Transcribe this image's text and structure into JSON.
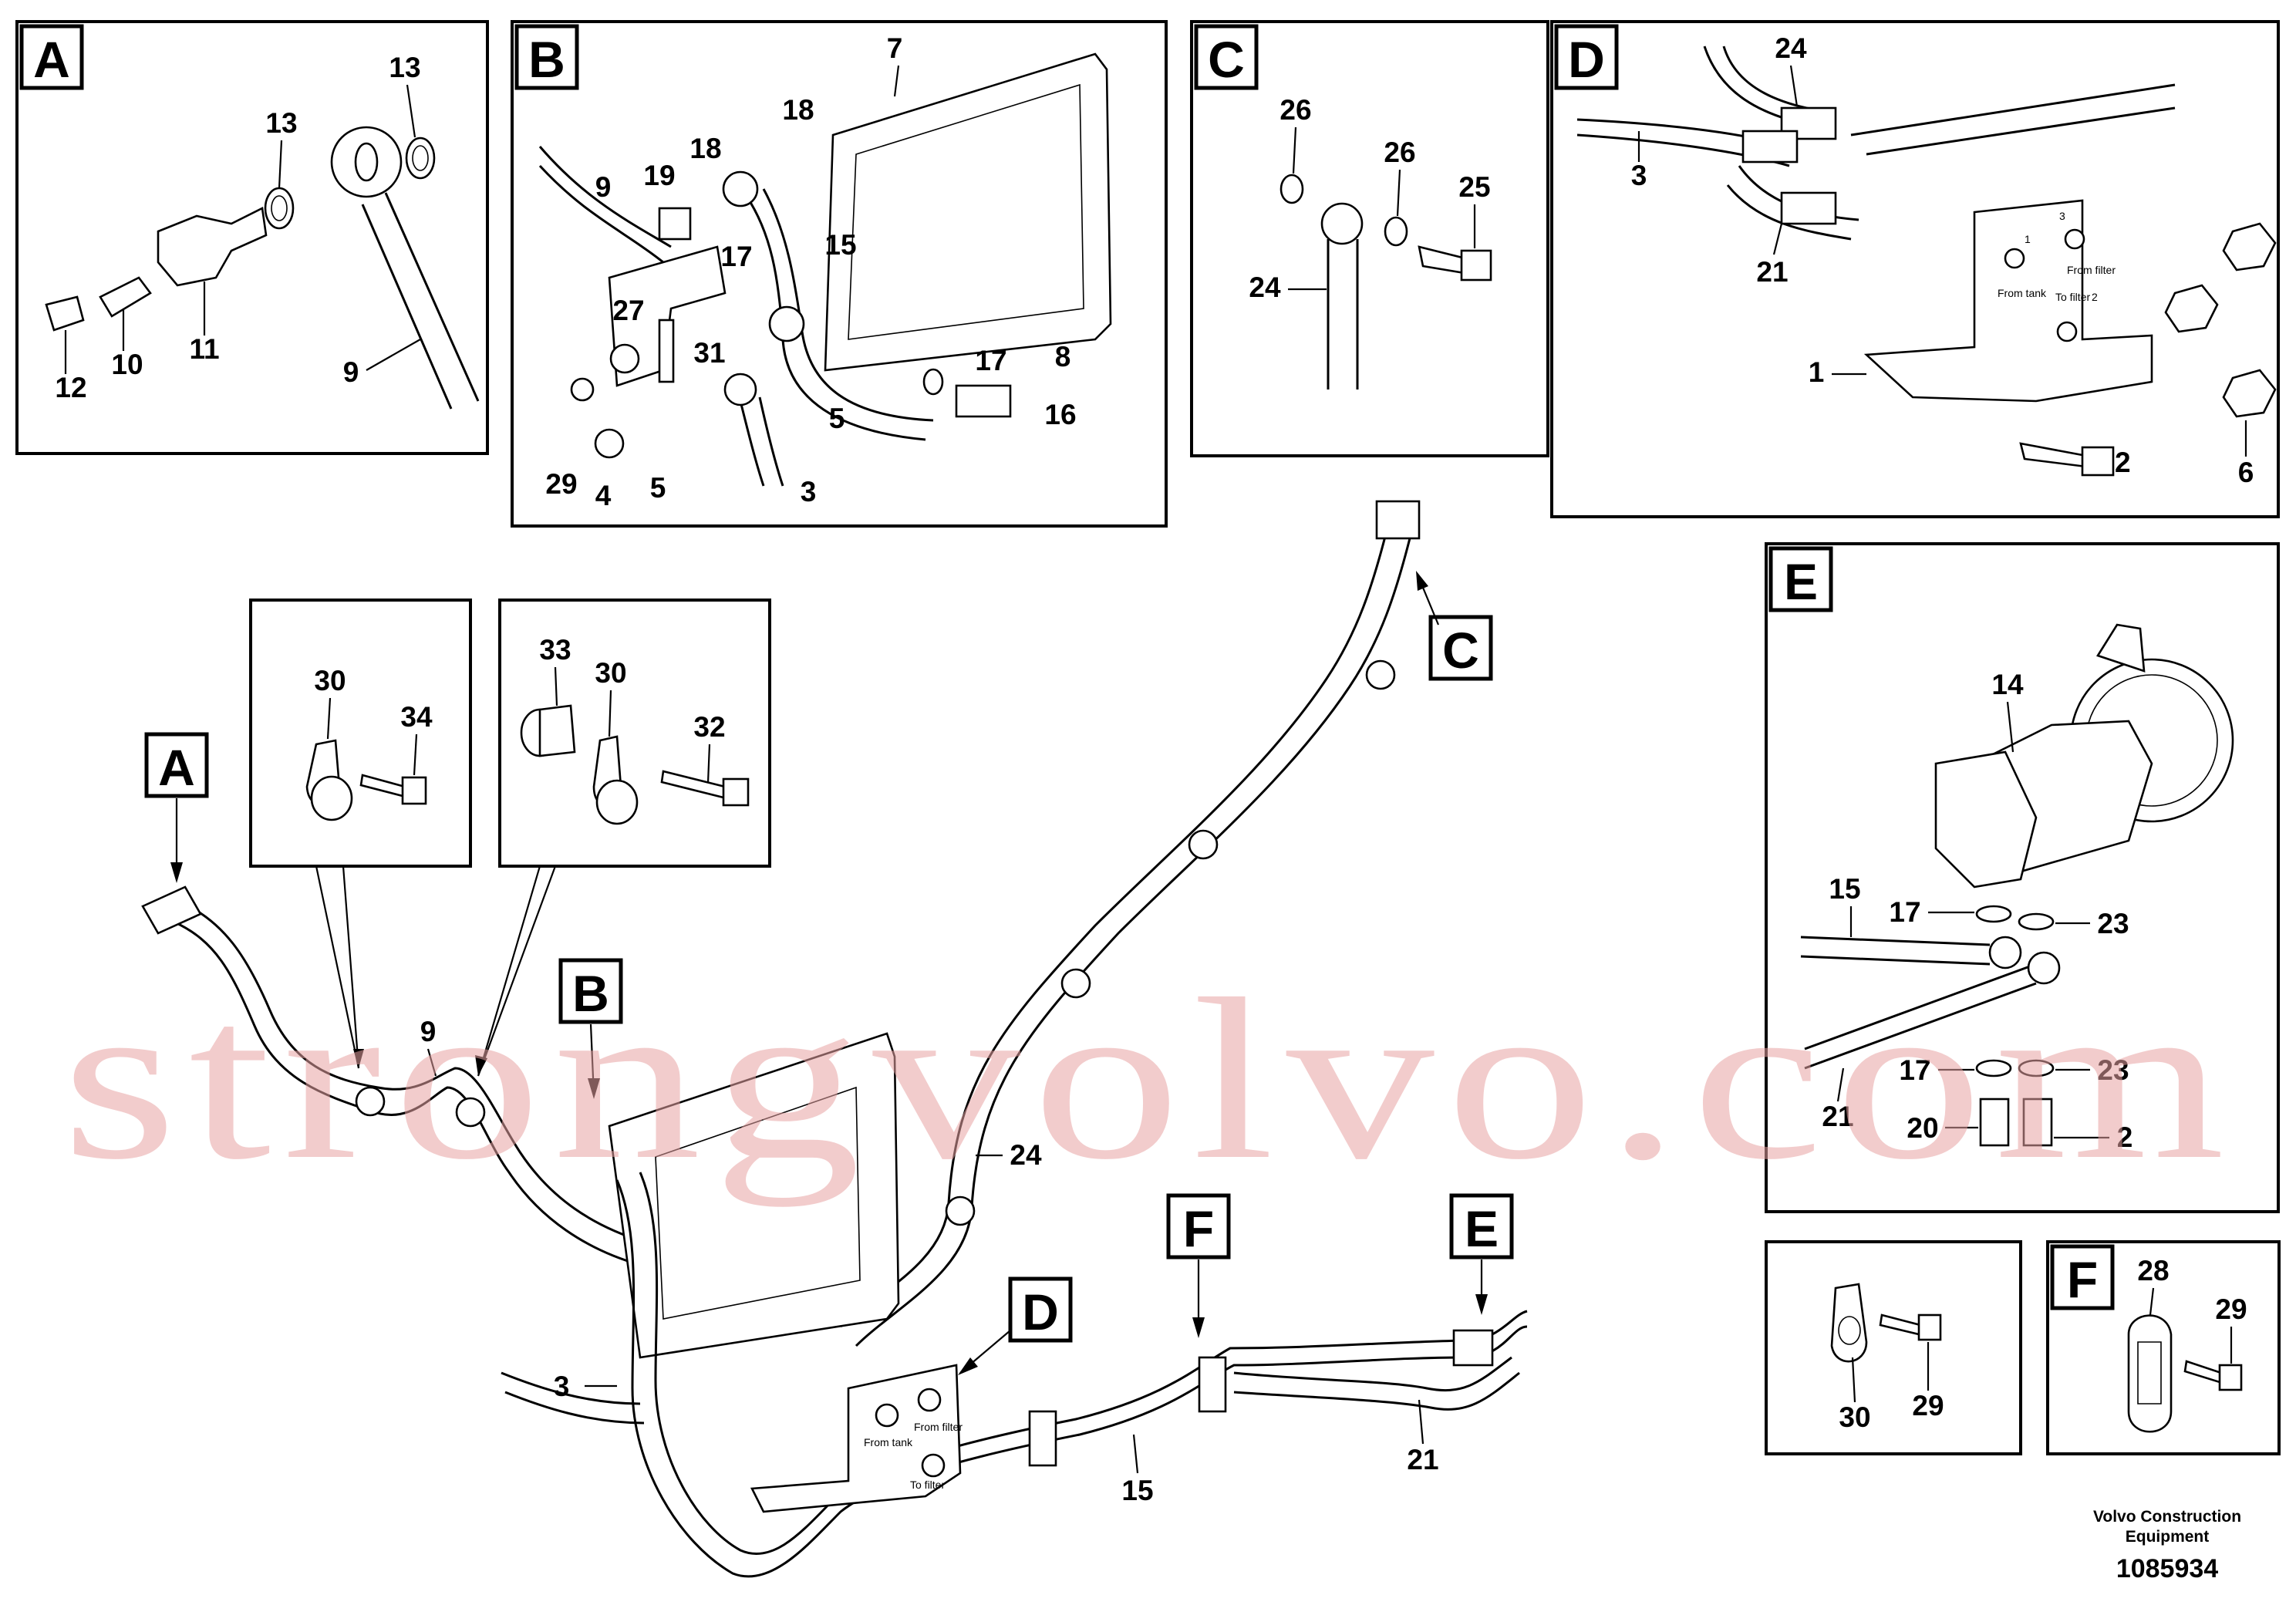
{
  "watermark": "strongvolvo.com",
  "footer": {
    "line1": "Volvo Construction",
    "line2": "Equipment",
    "doc_number": "1085934"
  },
  "panels": {
    "A": {
      "label": "A",
      "callouts": [
        "13",
        "13",
        "12",
        "10",
        "11",
        "9"
      ]
    },
    "B": {
      "label": "B",
      "callouts": [
        "7",
        "18",
        "18",
        "19",
        "9",
        "17",
        "15",
        "27",
        "31",
        "8",
        "17",
        "16",
        "5",
        "29",
        "4",
        "5",
        "3"
      ]
    },
    "C": {
      "label": "C",
      "callouts": [
        "26",
        "26",
        "25",
        "24"
      ]
    },
    "D": {
      "label": "D",
      "callouts": [
        "24",
        "3",
        "21",
        "1",
        "2",
        "6"
      ],
      "plate_text": [
        "1",
        "3",
        "From tank",
        "From filter",
        "To filter",
        "2"
      ]
    },
    "E": {
      "label": "E",
      "callouts": [
        "14",
        "15",
        "17",
        "23",
        "17",
        "23",
        "21",
        "20",
        "2"
      ]
    },
    "Clip30": {
      "callouts": [
        "30",
        "29"
      ]
    },
    "F": {
      "label": "F",
      "callouts": [
        "28",
        "29"
      ]
    },
    "Inset1": {
      "callouts": [
        "30",
        "34"
      ]
    },
    "Inset2": {
      "callouts": [
        "33",
        "30",
        "32"
      ]
    }
  },
  "main": {
    "tags": [
      "A",
      "B",
      "C",
      "D",
      "E",
      "F"
    ],
    "callouts": [
      "9",
      "24",
      "3",
      "15",
      "21"
    ],
    "plate_text": [
      "From tank",
      "From filter",
      "To filter"
    ]
  }
}
